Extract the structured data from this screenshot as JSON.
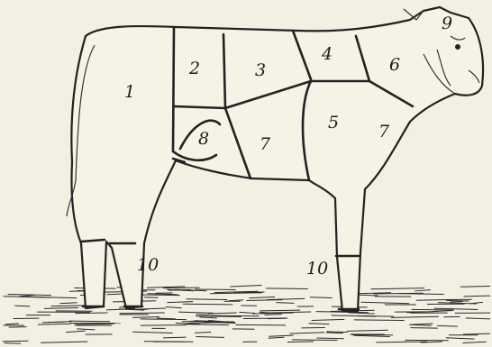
{
  "diagram": {
    "regions": [
      {
        "id": "1",
        "label": "1"
      },
      {
        "id": "2",
        "label": "2"
      },
      {
        "id": "3",
        "label": "3"
      },
      {
        "id": "4",
        "label": "4"
      },
      {
        "id": "5",
        "label": "5"
      },
      {
        "id": "6",
        "label": "6"
      },
      {
        "id": "7a",
        "label": "7"
      },
      {
        "id": "7b",
        "label": "7"
      },
      {
        "id": "8",
        "label": "8"
      },
      {
        "id": "9",
        "label": "9"
      },
      {
        "id": "10a",
        "label": "10"
      },
      {
        "id": "10b",
        "label": "10"
      }
    ],
    "colors": {
      "paper": "#f3efe3",
      "ink": "#222222"
    }
  }
}
